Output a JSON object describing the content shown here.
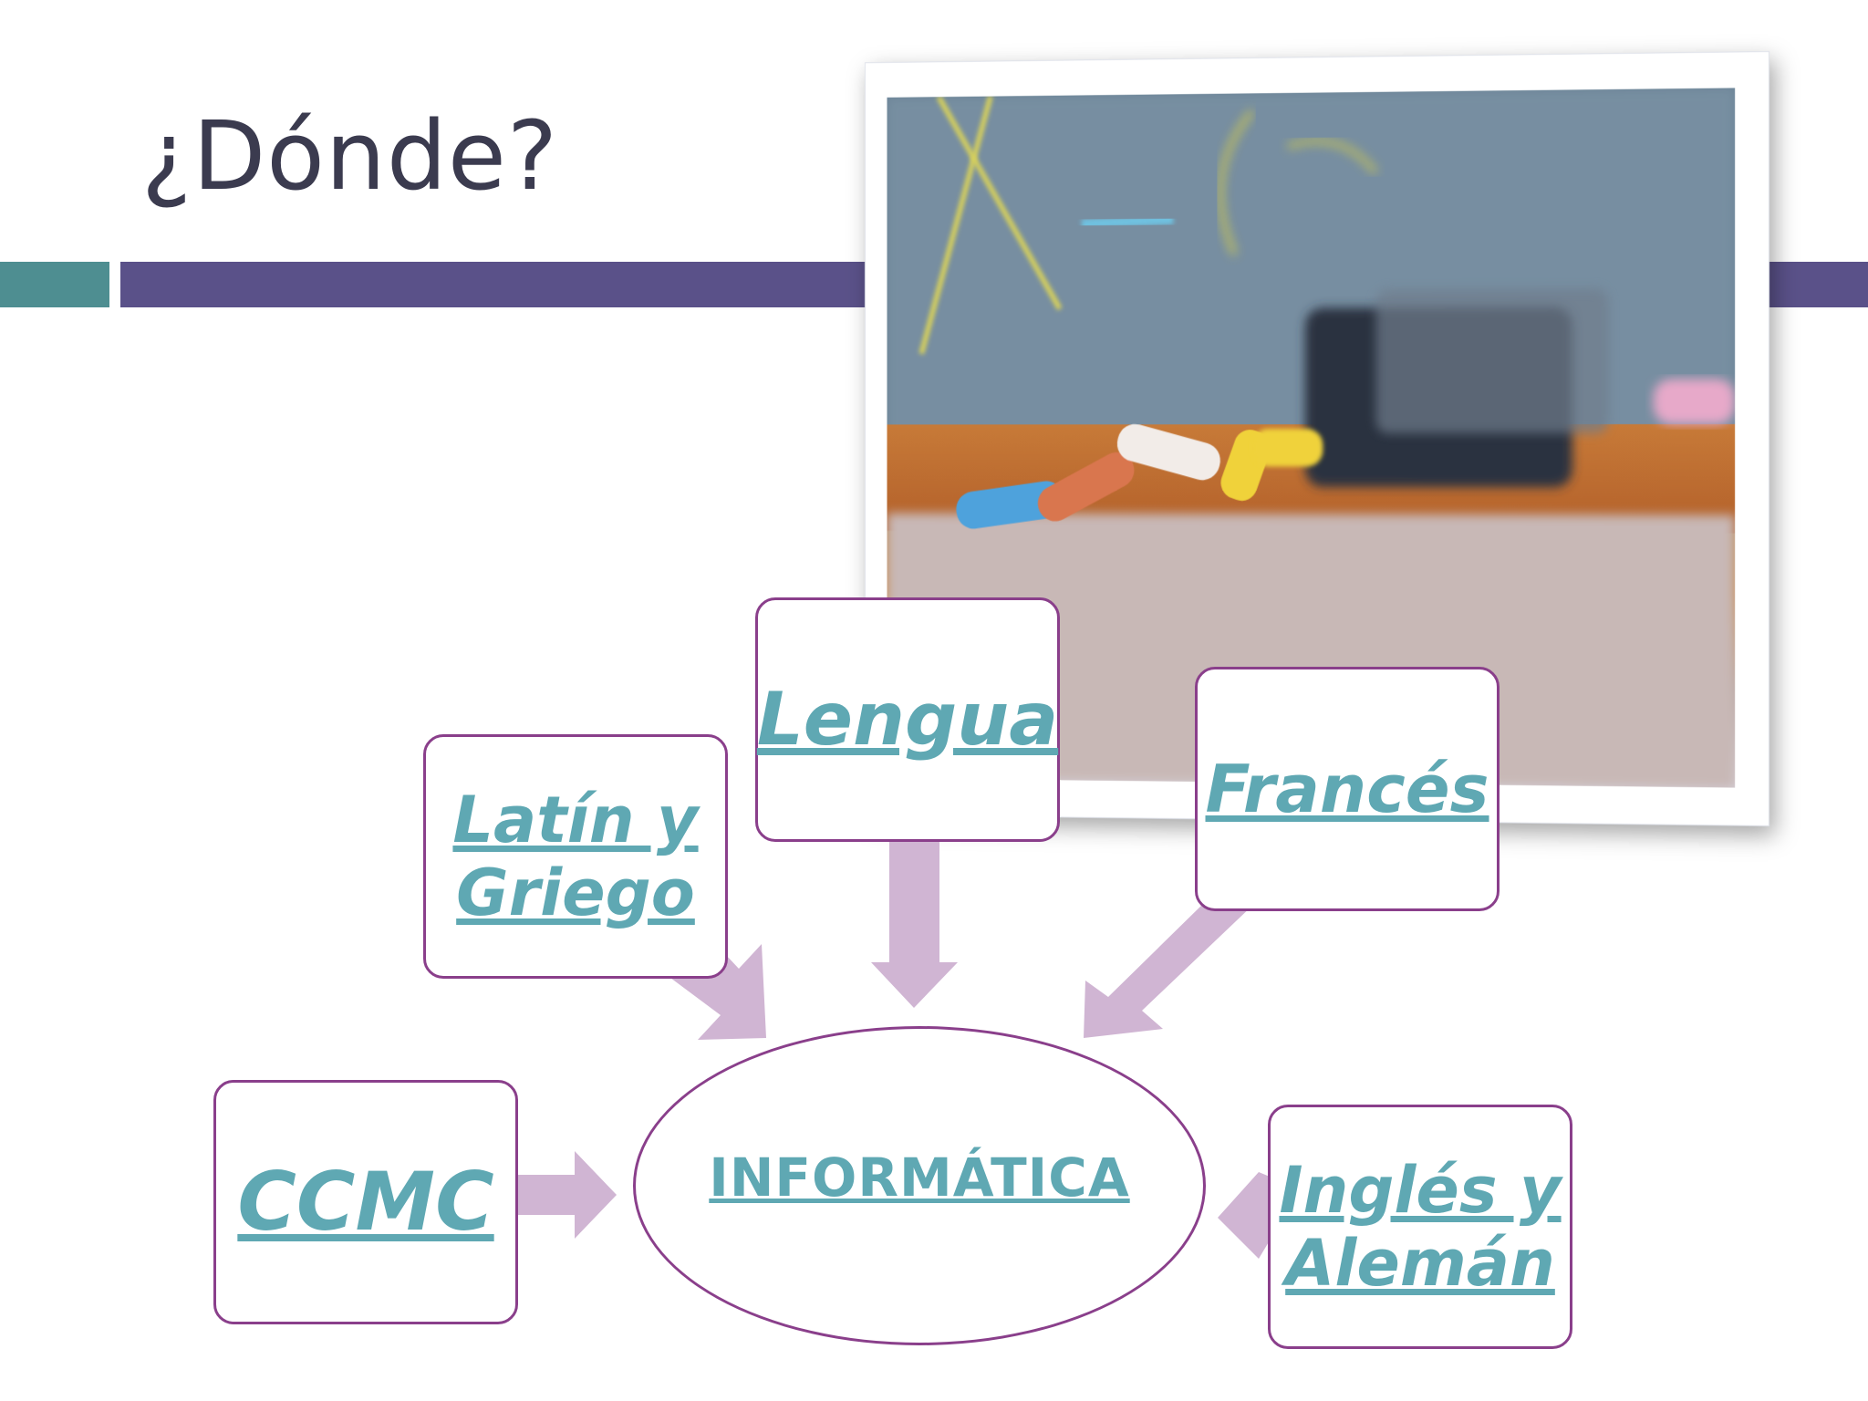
{
  "slide": {
    "title": "¿Dónde?"
  },
  "colors": {
    "teal": "#4e8e91",
    "purple": "#5a5189",
    "node_border": "#8a3f8b",
    "link_text": "#5fa8b3",
    "arrow": "#d0b5d3"
  },
  "diagram": {
    "hub": {
      "label": "INFORMÁTICA"
    },
    "nodes": [
      {
        "label_line1": "Lengua",
        "label_line2": ""
      },
      {
        "label_line1": "Latín y",
        "label_line2": "Griego"
      },
      {
        "label_line1": "Francés",
        "label_line2": ""
      },
      {
        "label_line1": "CCMC",
        "label_line2": ""
      },
      {
        "label_line1": "Inglés y",
        "label_line2": "Alemán"
      }
    ]
  }
}
